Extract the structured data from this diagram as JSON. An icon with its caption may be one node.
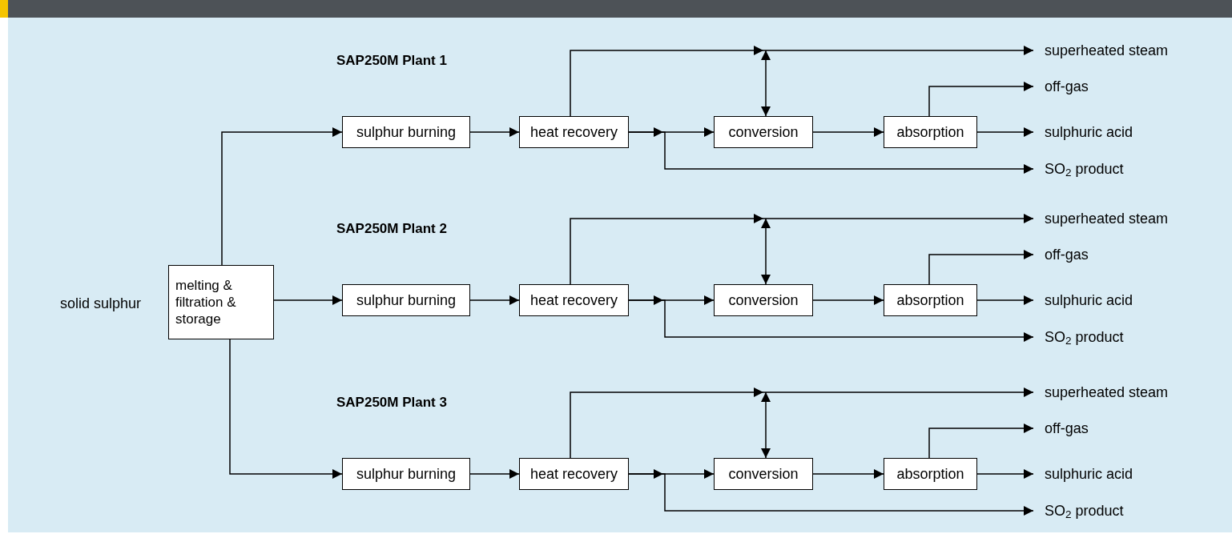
{
  "diagram": {
    "nodes": [
      {
        "text": [
          "melting & filtration & storage"
        ],
        "beside": [
          "solid sulphur"
        ]
      },
      {
        "text": [
          "sulphur burning"
        ]
      },
      {
        "text": [
          "heat recovery"
        ]
      },
      {
        "text": [
          "conversion"
        ]
      },
      {
        "text": [
          "absorption"
        ]
      },
      {
        "text": [
          "superheated steam"
        ]
      },
      {
        "text": [
          "off-gas"
        ]
      },
      {
        "text": [
          "sulphuric acid"
        ]
      },
      {
        "text": [
          "SO$_{2}$ product"
        ]
      },
      {
        "text": [
          "sulphur burning"
        ]
      },
      {
        "text": [
          "heat recovery"
        ]
      },
      {
        "text": [
          "conversion"
        ]
      },
      {
        "text": [
          "absorption"
        ]
      },
      {
        "text": [
          "superheated steam"
        ]
      },
      {
        "text": [
          "off-gas"
        ]
      },
      {
        "text": [
          "sulphuric acid"
        ]
      },
      {
        "text": [
          "SO$_{2}$ product"
        ]
      },
      {
        "text": [
          "sulphur burning"
        ]
      },
      {
        "text": [
          "heat recovery"
        ]
      },
      {
        "text": [
          "conversion"
        ]
      },
      {
        "text": [
          "absorption"
        ]
      },
      {
        "text": [
          "superheated steam"
        ]
      },
      {
        "text": [
          "off-gas"
        ]
      },
      {
        "text": [
          "sulphuric acid"
        ]
      },
      {
        "text": [
          "SO$_{2}$ product"
        ]
      }
    ],
    "edges": [
      {
        "from": 0,
        "to": 1,
        "arrow": "to"
      },
      {
        "from": 1,
        "to": 2,
        "arrow": "to"
      },
      {
        "from": 2,
        "to": 3,
        "arrow": "to"
      },
      {
        "from": 2,
        "to": 8,
        "arrow": "to"
      },
      {
        "from": 2,
        "to": 5,
        "arrow": "to"
      },
      {
        "from": 3,
        "to": null,
        "arrow": "both"
      },
      {
        "from": 3,
        "to": 4,
        "arrow": "to"
      },
      {
        "from": 4,
        "to": 6,
        "arrow": "to"
      },
      {
        "from": 4,
        "to": 7,
        "arrow": "to"
      },
      {
        "from": 0,
        "to": 9,
        "arrow": "to"
      },
      {
        "from": 9,
        "to": 10,
        "arrow": "to"
      },
      {
        "from": 10,
        "to": 11,
        "arrow": "to"
      },
      {
        "from": 10,
        "to": 16,
        "arrow": "to"
      },
      {
        "from": 10,
        "to": 13,
        "arrow": "to"
      },
      {
        "from": 11,
        "to": null,
        "arrow": "both"
      },
      {
        "from": 11,
        "to": 12,
        "arrow": "to"
      },
      {
        "from": 12,
        "to": 14,
        "arrow": "to"
      },
      {
        "from": 12,
        "to": 15,
        "arrow": "to"
      },
      {
        "from": 0,
        "to": 17,
        "arrow": "to"
      },
      {
        "from": 17,
        "to": 18,
        "arrow": "to"
      },
      {
        "from": 18,
        "to": 19,
        "arrow": "to"
      },
      {
        "from": 18,
        "to": 24,
        "arrow": "to"
      },
      {
        "from": 18,
        "to": 21,
        "arrow": "to"
      },
      {
        "from": 19,
        "to": null,
        "arrow": "both"
      },
      {
        "from": 19,
        "to": 20,
        "arrow": "to"
      },
      {
        "from": 20,
        "to": 22,
        "arrow": "to"
      },
      {
        "from": 20,
        "to": 23,
        "arrow": "to"
      }
    ],
    "labels": [
      "SAP250M Plant 1",
      "SAP250M Plant 2",
      "SAP250M Plant 3"
    ]
  }
}
